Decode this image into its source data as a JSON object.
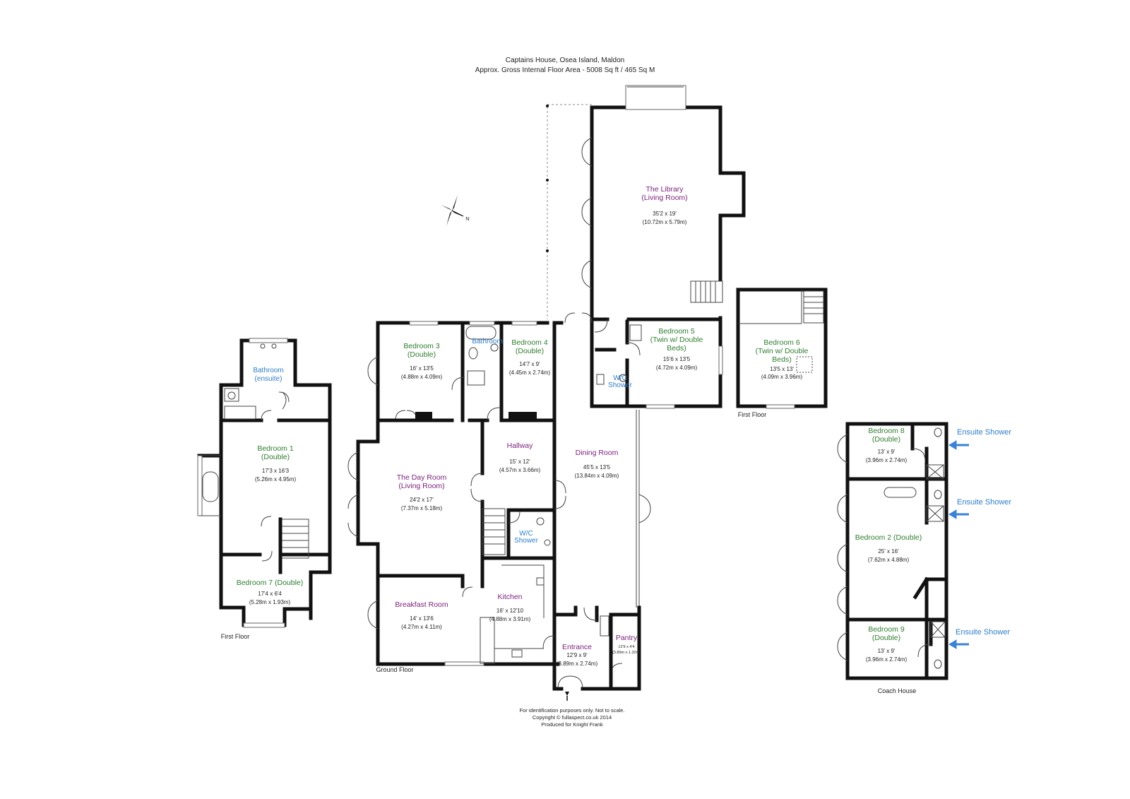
{
  "header": {
    "title": "Captains House, Osea Island, Maldon",
    "area": "Approx. Gross Internal Floor Area - 5008 Sq ft / 465 Sq M"
  },
  "compass": {
    "label": "N"
  },
  "rooms": {
    "library": {
      "name1": "The Library",
      "name2": "(Living Room)",
      "dim1": "35'2 x 19'",
      "dim2": "(10.72m x 5.79m)"
    },
    "bedroom5": {
      "name1": "Bedroom 5",
      "name2": "(Twin w/ Double",
      "name3": "Beds)",
      "dim1": "15'6 x 13'5",
      "dim2": "(4.72m x 4.09m)"
    },
    "wc_shower_upper": {
      "name1": "W/C",
      "name2": "Shower"
    },
    "bedroom6": {
      "name1": "Bedroom 6",
      "name2": "(Twin w/ Double",
      "name3": "Beds)",
      "dim1": "13'5 x 13'",
      "dim2": "(4.09m x 3.96m)"
    },
    "bedroom3": {
      "name1": "Bedroom 3",
      "name2": "(Double)",
      "dim1": "16' x 13'5",
      "dim2": "(4.88m x 4.09m)"
    },
    "bathroom_mid": {
      "name": "Bathroom"
    },
    "bedroom4": {
      "name1": "Bedroom 4",
      "name2": "(Double)",
      "dim1": "14'7 x 9'",
      "dim2": "(4.45m x 2.74m)"
    },
    "bathroom_ensuite": {
      "name1": "Bathroom",
      "name2": "(ensuite)"
    },
    "bedroom1": {
      "name1": "Bedroom 1",
      "name2": "(Double)",
      "dim1": "17'3 x 16'3",
      "dim2": "(5.26m x 4.95m)"
    },
    "bedroom7": {
      "name": "Bedroom 7 (Double)",
      "dim1": "17'4 x 6'4",
      "dim2": "(5.28m x 1.93m)"
    },
    "dayroom": {
      "name1": "The Day Room",
      "name2": "(Living Room)",
      "dim1": "24'2 x 17'",
      "dim2": "(7.37m x 5.18m)"
    },
    "hallway": {
      "name": "Hallway",
      "dim1": "15' x 12'",
      "dim2": "(4.57m x 3.66m)"
    },
    "dining": {
      "name": "Dining Room",
      "dim1": "45'5 x 13'5",
      "dim2": "(13.84m x 4.09m)"
    },
    "wc_shower_lower": {
      "name1": "W/C",
      "name2": "Shower"
    },
    "breakfast": {
      "name": "Breakfast Room",
      "dim1": "14' x 13'6",
      "dim2": "(4.27m x 4.11m)"
    },
    "kitchen": {
      "name": "Kitchen",
      "dim1": "16' x 12'10",
      "dim2": "(4.88m x 3.91m)"
    },
    "entrance": {
      "name": "Entrance",
      "dim1": "12'9 x 9'",
      "dim2": "(3.89m x 2.74m)"
    },
    "pantry": {
      "name": "Pantry",
      "dim1": "12'9 x 4'4",
      "dim2": "(3.89m x 1.32m)"
    },
    "bedroom8": {
      "name1": "Bedroom 8",
      "name2": "(Double)",
      "dim1": "13' x 9'",
      "dim2": "(3.96m x 2.74m)"
    },
    "bedroom2": {
      "name": "Bedroom 2 (Double)",
      "dim1": "25' x 16'",
      "dim2": "(7.62m x 4.88m)"
    },
    "bedroom9": {
      "name1": "Bedroom 9",
      "name2": "(Double)",
      "dim1": "13' x 9'",
      "dim2": "(3.96m x 2.74m)"
    }
  },
  "floors": {
    "first_floor_left": "First Floor",
    "first_floor_right": "First Floor",
    "ground_floor": "Ground Floor",
    "coach_house": "Coach House"
  },
  "annotations": {
    "ensuite1": "Ensuite Shower",
    "ensuite2": "Ensuite Shower",
    "ensuite3": "Ensuite Shower"
  },
  "footer": {
    "line1": "For identification purposes only. Not to scale.",
    "line2": "Copyright © fullaspect.co.uk 2014",
    "line3": "Produced for Knight Frank"
  },
  "colors": {
    "room_purple": "#7a1f7a",
    "room_green": "#2e7d2e",
    "room_blue": "#2f7fc8",
    "arrow_blue": "#3b82d6",
    "wall": "#111111"
  }
}
